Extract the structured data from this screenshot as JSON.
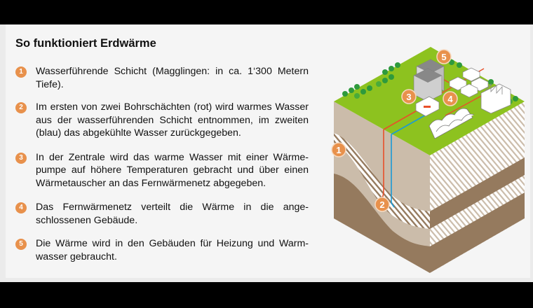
{
  "title": "So funktioniert Erdwärme",
  "accent_color": "#e8914c",
  "steps": [
    {
      "number": "1",
      "text": "Wasserführende Schicht (Magglingen: in ca. 1‘300 Metern Tiefe)."
    },
    {
      "number": "2",
      "text": "Im ersten von zwei Bohrschächten (rot) wird warmes Wasser aus der wasserführenden Schicht entnommen, im zweiten (blau) das abgekühlte Wasser zurückgegeben."
    },
    {
      "number": "3",
      "text": "In der Zentrale wird das warme Wasser mit einer Wärme-pumpe auf höhere Temperaturen gebracht und über einen Wärmetauscher an das Fernwärmenetz abgegeben."
    },
    {
      "number": "4",
      "text": "Das Fernwärmenetz verteilt die Wärme in die ange-schlossenen Gebäude."
    },
    {
      "number": "5",
      "text": "Die Wärme wird in den Gebäuden für Heizung und Warm-wasser gebraucht."
    }
  ],
  "diagram": {
    "markers": [
      "1",
      "2",
      "3",
      "4",
      "5"
    ],
    "colors": {
      "grass": "#8dc21f",
      "soil_light": "#cbbcaa",
      "soil_dark": "#957a5e",
      "hot_pipe": "#e8502a",
      "cold_pipe": "#1a9ad6",
      "marker": "#e8914c"
    }
  }
}
